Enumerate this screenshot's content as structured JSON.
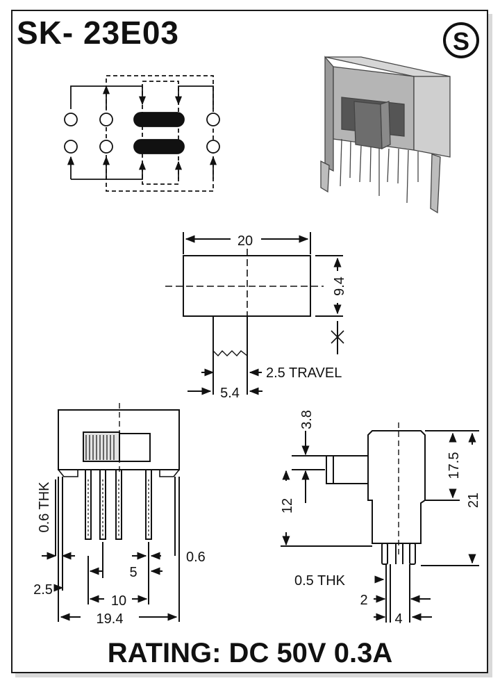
{
  "title": "SK- 23E03",
  "logo_letter": "S",
  "rating": "RATING: DC 50V 0.3A",
  "dims": {
    "width": "20",
    "height": "9.4",
    "travel": "2.5 TRAVEL",
    "slot": "5.4",
    "thk_left": "0.6 THK",
    "pin_w": "0.6",
    "pitch": "5",
    "edge": "2.5",
    "span10": "10",
    "total": "19.4",
    "top_h": "3.8",
    "actuator": "12",
    "h175": "17.5",
    "h21": "21",
    "thk_right": "0.5 THK",
    "pin_gap": "2",
    "pin_span": "4"
  }
}
